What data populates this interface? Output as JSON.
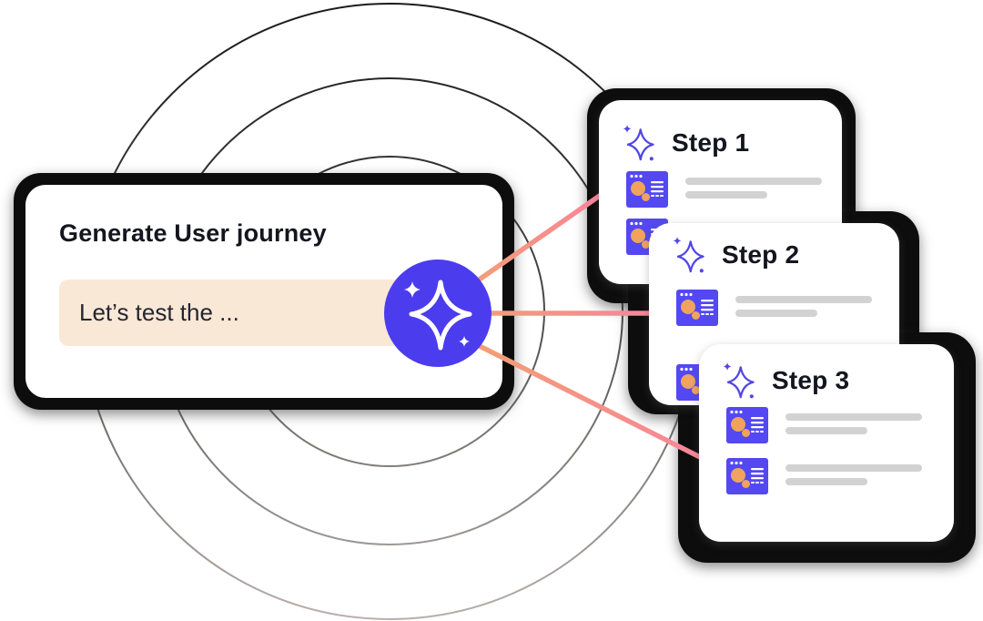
{
  "main_card": {
    "title": "Generate User journey",
    "input_value": "Let’s test the ..."
  },
  "generate_button": {
    "icon": "sparkle"
  },
  "steps": [
    {
      "label": "Step 1"
    },
    {
      "label": "Step 2"
    },
    {
      "label": "Step 3"
    }
  ],
  "colors": {
    "accent_purple": "#4B3CEE",
    "mini_icon_purple": "#5348F2",
    "sparkle_stroke": "#5246E5",
    "orange": "#F0A35C",
    "peach": "#FAE8D7",
    "line_start": "#F1A173",
    "line_end": "#F9849B",
    "bar_gray": "#D2D2D2",
    "ink": "#14161F",
    "ring_dark": "#1A1A1A",
    "ring_light": "#B9B1AC"
  }
}
